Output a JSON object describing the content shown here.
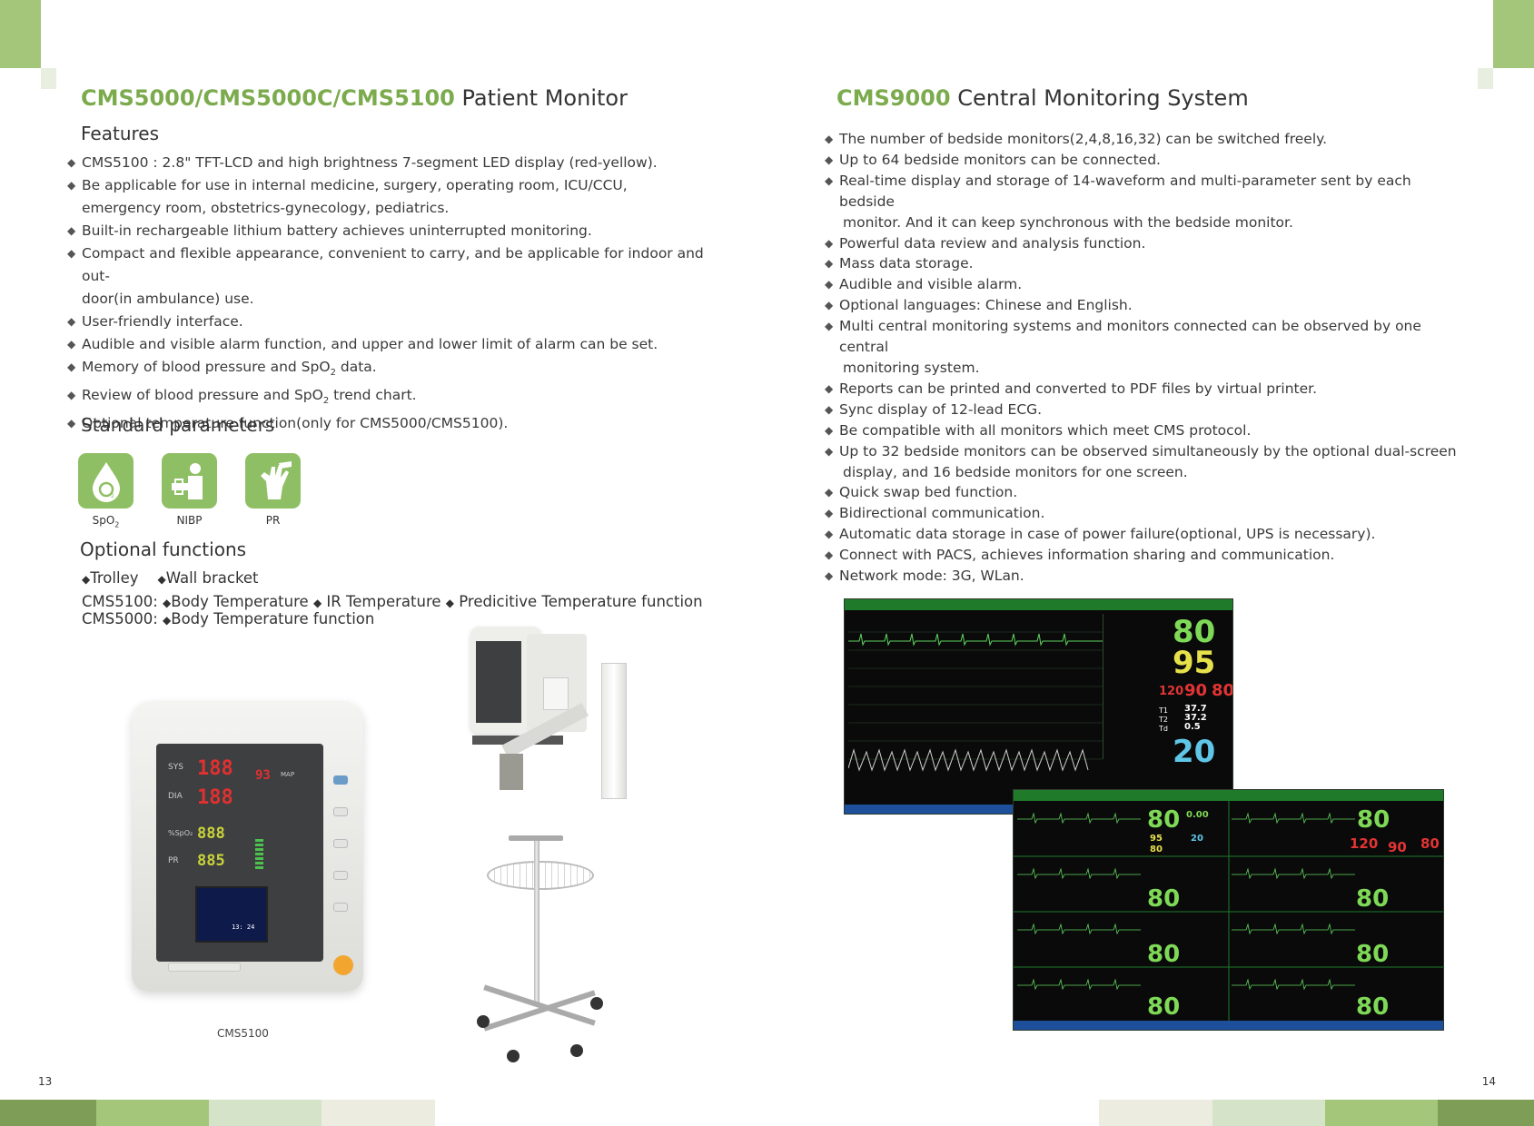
{
  "left": {
    "title_accent": "CMS5000/CMS5000C/CMS5100",
    "title_rest": " Patient Monitor",
    "features_heading": "Features",
    "features": [
      "CMS5100 : 2.8\" TFT-LCD and high brightness 7-segment LED display (red-yellow).",
      "Be applicable for use in internal medicine, surgery, operating room, ICU/CCU,",
      "emergency room, obstetrics-gynecology, pediatrics.",
      "Built-in rechargeable lithium battery achieves uninterrupted monitoring.",
      "Compact and flexible appearance, convenient to carry, and be applicable for indoor  and out-",
      "door(in ambulance) use.",
      "User-friendly interface.",
      "Audible and visible alarm function, and upper and lower limit of alarm can be set.",
      "Memory of blood pressure and SpO",
      "data.",
      "Review of blood pressure and SpO",
      "trend chart.",
      "Optional temperature function(only for CMS5000/CMS5100)."
    ],
    "subscript_2": "2",
    "standard_heading": "Standard parameters",
    "params": [
      "SpO",
      "NIBP",
      "PR"
    ],
    "optional_heading": "Optional functions",
    "optional_accessories": [
      "Trolley",
      "Wall bracket"
    ],
    "cms5100_label": "CMS5100:",
    "cms5100_options": [
      "Body Temperature",
      "IR Temperature",
      " Predicitive Temperature function"
    ],
    "cms5000_label": "CMS5000:",
    "cms5000_options": [
      "Body Temperature function"
    ],
    "monitor_caption": "CMS5100",
    "device_labels": {
      "sys": "SYS",
      "dia": "DIA",
      "spo2": "%SpO₂",
      "pr": "PR",
      "sys_value": "188",
      "dia_value": "188",
      "spo2_value": "888",
      "pr_value": "885",
      "map_value": "93",
      "map_label": "MAP",
      "lcd_value": "13: 24"
    },
    "page_number": "13"
  },
  "right": {
    "title_accent": "CMS9000",
    "title_rest": " Central Monitoring System",
    "features": [
      "The number of bedside monitors(2,4,8,16,32) can be switched freely.",
      "Up to 64 bedside monitors can be connected.",
      "Real-time display and storage of 14-waveform and multi-parameter sent by each bedside",
      "monitor. And it can keep synchronous with the bedside monitor.",
      "Powerful data review and analysis function.",
      "Mass data storage.",
      "Audible and visible alarm.",
      "Optional languages: Chinese and English.",
      "Multi central monitoring systems and monitors connected can be observed by one central",
      "monitoring system.",
      "Reports can be printed and converted to PDF files by virtual printer.",
      "Sync display of 12-lead ECG.",
      "Be compatible with all monitors which meet CMS protocol.",
      "Up to 32 bedside monitors can be observed simultaneously by the optional dual-screen",
      "display, and 16 bedside monitors for one screen.",
      "Quick swap bed function.",
      "Bidirectional communication.",
      "Automatic data storage in case of power failure(optional, UPS is necessary).",
      "Connect with PACS, achieves information sharing and communication.",
      "Network mode: 3G, WLan."
    ],
    "screen1": {
      "hr": "80",
      "spo2": "95",
      "nibp_sys": "120",
      "nibp_dia": "90",
      "nibp_map": "80",
      "t1": "37.7",
      "t2": "37.2",
      "td": "0.5",
      "t1_label": "T1",
      "t2_label": "T2",
      "td_label": "Td",
      "resp": "20"
    },
    "screen2": {
      "hr": "80",
      "small_a": "0.00",
      "spo2": "95",
      "resp": "20",
      "low": "80",
      "nibp_sys": "120",
      "nibp_dia": "90",
      "nibp_map": "80"
    },
    "page_number": "14"
  },
  "colors": {
    "accent_green": "#7bab4d",
    "tile_green": "#8fbf65",
    "screen_green": "#7ed957",
    "screen_yellow": "#e6e04a",
    "screen_red": "#e23434",
    "screen_cyan": "#5fc6e8"
  }
}
